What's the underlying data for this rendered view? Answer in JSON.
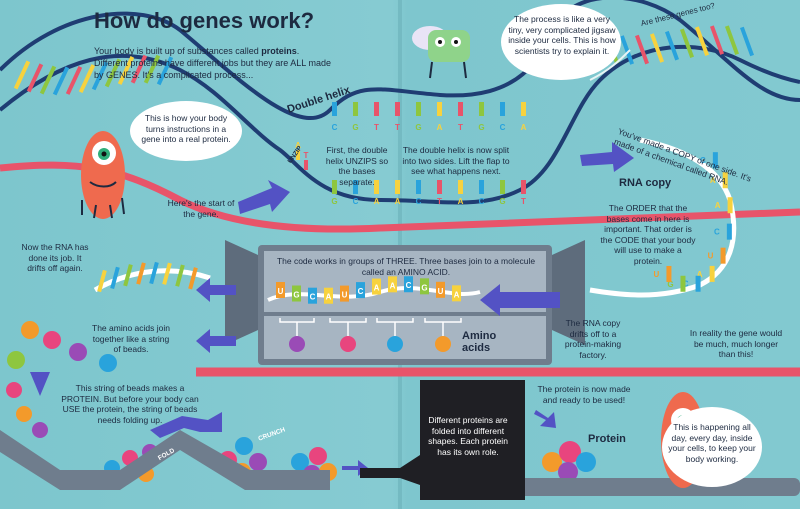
{
  "title": "How do genes work?",
  "intro": {
    "before": "Your body is built up of substances called ",
    "bold": "proteins",
    "after": ". Different proteins have different jobs but they are ALL made by GENES. It's a complicated process..."
  },
  "labels": {
    "double_helix": "Double helix",
    "unzip": "UNZIP",
    "rna_copy": "RNA copy",
    "amino_acids": "Amino acids",
    "protein": "Protein",
    "fold": "FOLD",
    "crunch": "CRUNCH"
  },
  "texts": {
    "bubble_monster": "This is how your body turns instructions in a gene into a real protein.",
    "bubble_fairy": "The process is like a very tiny, very complicated jigsaw inside your cells. This is how scientists try to explain it.",
    "are_genes": "Are these genes too?",
    "unzips": "First, the double helix UNZIPS so the bases separate.",
    "split": "The double helix is now split into two sides. Lift the flap to see what happens next.",
    "start_gene": "Here's the start of the gene.",
    "copy": "You've made a COPY of one side. It's made of a chemical called RNA.",
    "order": "The ORDER that the bases come in here is important. That order is the CODE that your body will use to make a protein.",
    "rna_done": "Now the RNA has done its job. It drifts off again.",
    "code_groups": "The code works in groups of THREE. Three bases join to a molecule called an AMINO ACID.",
    "rna_drifts": "The RNA copy drifts off to a protein-making factory.",
    "longer": "In reality the gene would be much, much longer than this!",
    "amino_join": "The amino acids join together like a string of beads.",
    "string_beads": "This string of beads makes a PROTEIN. But before your body can USE the protein, the string of beads needs folding up.",
    "protein_made": "The protein is now made and ready to be used!",
    "folded": "Different proteins are folded into different shapes. Each protein has its own role.",
    "happening": "This is happening all day, every day, inside your cells, to keep your body working."
  },
  "bases": {
    "top_strand": [
      "C",
      "G",
      "T",
      "T",
      "G",
      "A",
      "T",
      "G",
      "C",
      "A"
    ],
    "bottom_strand": [
      "G",
      "C",
      "A",
      "A",
      "C",
      "T",
      "A",
      "C",
      "G",
      "T"
    ],
    "unzip_letters": [
      "A",
      "T"
    ],
    "rna_copy": [
      "C",
      "A",
      "A",
      "C",
      "U",
      "A",
      "C",
      "G",
      "U"
    ],
    "factory_rna": [
      "U",
      "G",
      "C",
      "A",
      "U",
      "C",
      "A",
      "A",
      "C",
      "G",
      "U",
      "A"
    ]
  },
  "colors": {
    "background": "#7fc8cf",
    "backbone": "#1f3d73",
    "red_band": "#e8546a",
    "base_A": "#f7d23e",
    "base_T": "#e8546a",
    "base_G": "#8ec63f",
    "base_C": "#29a3dc",
    "base_U": "#f39a2b",
    "arrow": "#5352c4",
    "monster": "#ef6a4e",
    "machine": "#6f7d8d"
  }
}
